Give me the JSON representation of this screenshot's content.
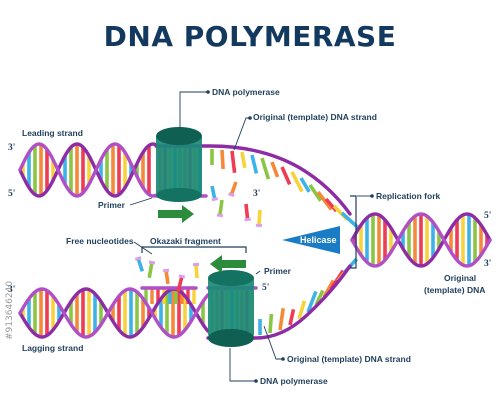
{
  "title": "DNA POLYMERASE",
  "colors": {
    "title": "#14395e",
    "label": "#1f3e5c",
    "backbone": "#8e2ca6",
    "backbone_light": "#b04fc6",
    "enzyme": "#1a8a78",
    "enzyme_dark": "#0f5f53",
    "helicase": "#1b7cc6",
    "arrow": "#2c8c3c",
    "rungs": [
      "#ef3b54",
      "#f7d23a",
      "#3cb3e6",
      "#8ac644",
      "#f5893a"
    ]
  },
  "labels": {
    "dna_polymerase_top": "DNA polymerase",
    "original_strand_top": "Original (template) DNA strand",
    "leading_strand": "Leading strand",
    "primer_top": "Primer",
    "replication_fork": "Replication fork",
    "helicase": "Helicase",
    "free_nucleotides": "Free nucleotides",
    "okazaki_fragment": "Okazaki fragment",
    "primer_bottom": "Primer",
    "original_dna_line1": "Original",
    "original_dna_line2": "(template) DNA",
    "lagging_strand": "Lagging strand",
    "original_strand_bottom": "Original (template) DNA strand",
    "dna_polymerase_bottom": "DNA polymerase"
  },
  "ends": {
    "leading_top_left": "3'",
    "leading_bottom_left": "5'",
    "nucleotides_3": "3'",
    "right_top": "5'",
    "right_bottom": "3'",
    "lagging_top_left": "3'",
    "lagging_primer_5": "5'"
  },
  "watermark": {
    "id_text": "#913646240"
  },
  "icons": {
    "direction_arrow_top": "arrow-right-icon",
    "direction_arrow_bottom": "arrow-left-icon"
  }
}
